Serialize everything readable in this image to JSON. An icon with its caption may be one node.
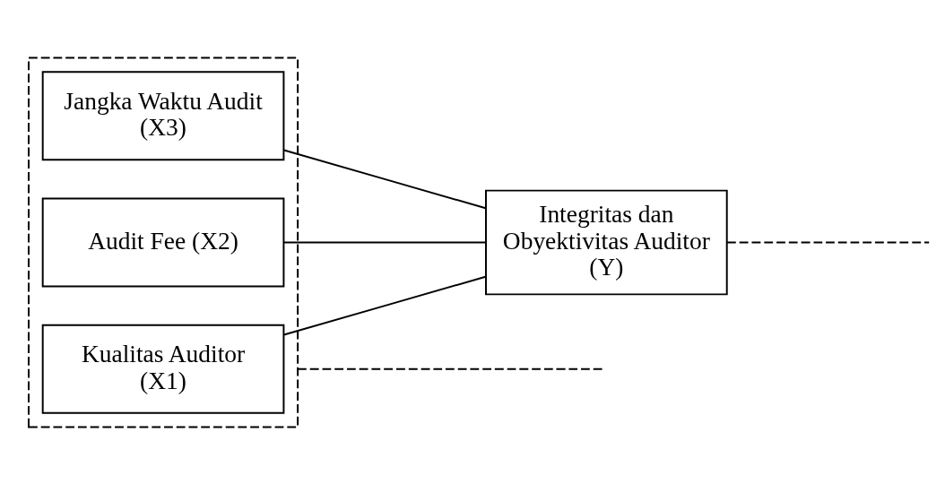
{
  "diagram": {
    "nodes": [
      {
        "text": [],
        "shape": "box"
      },
      {
        "text": [
          "Kualitas Auditor (X1)"
        ],
        "in": 0
      },
      {
        "text": [
          "Audit Fee (X2)"
        ],
        "in": 0
      },
      {
        "text": [
          "Jangka Waktu Audit (X3)"
        ],
        "in": 0
      },
      {
        "text": [
          "Integritas dan Obyektivitas Auditor (Y)"
        ]
      }
    ],
    "edges": [
      {
        "from": 1,
        "to": 4,
        "arrow": "none"
      },
      {
        "from": 2,
        "to": 4,
        "arrow": "none"
      },
      {
        "from": 3,
        "to": 4,
        "arrow": "none"
      },
      {
        "from": 0,
        "to": null,
        "arrow": "none",
        "style": "dashed"
      },
      {
        "from": 4,
        "to": null,
        "arrow": "none",
        "style": "dashed"
      }
    ]
  }
}
